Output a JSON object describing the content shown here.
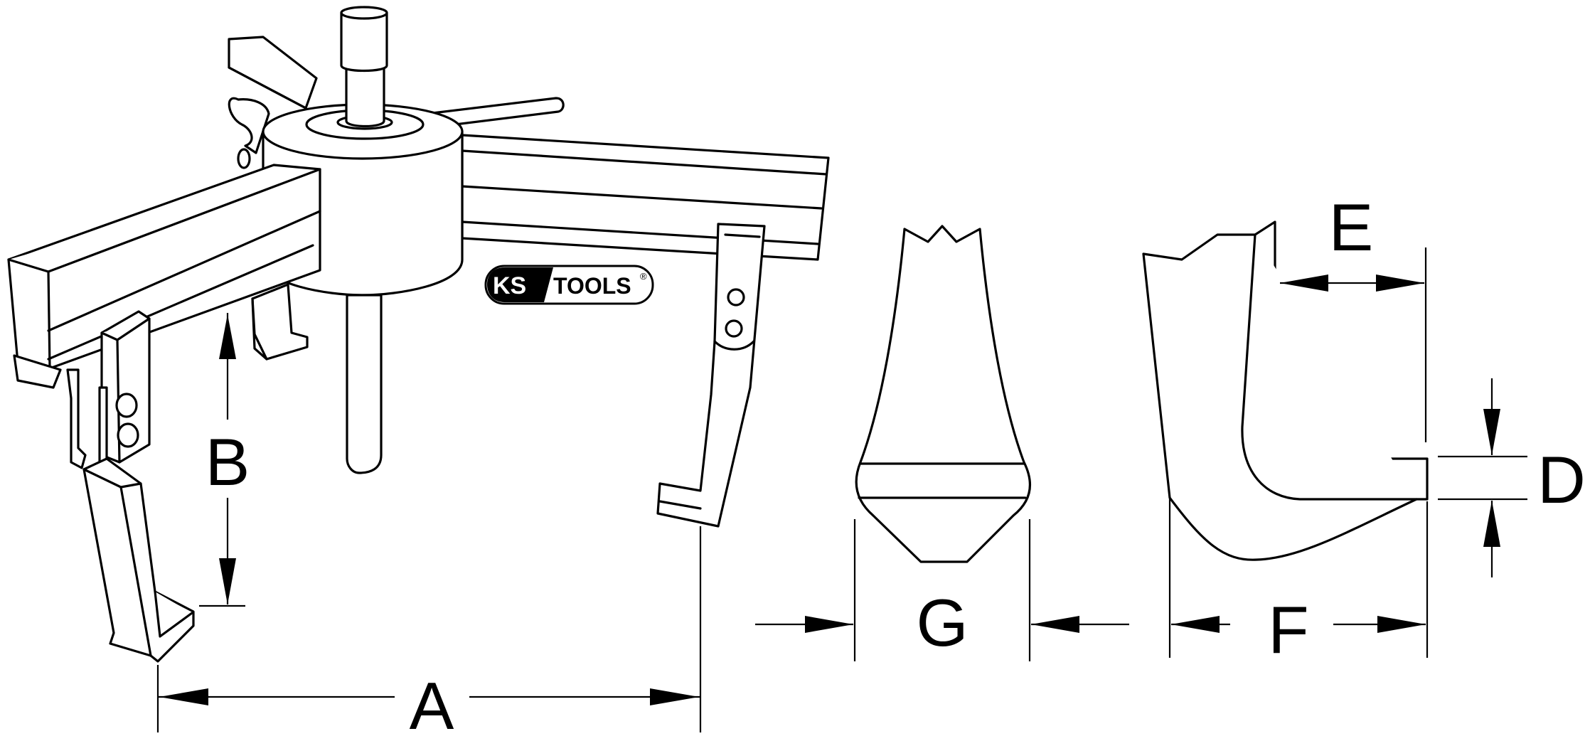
{
  "brand": {
    "logo_prefix": "KS",
    "logo_suffix": "TOOLS",
    "registered_mark": "®"
  },
  "dimensions": {
    "a": "A",
    "b": "B",
    "d": "D",
    "e": "E",
    "f": "F",
    "g": "G"
  },
  "colors": {
    "line": "#000000",
    "fill": "#ffffff"
  }
}
